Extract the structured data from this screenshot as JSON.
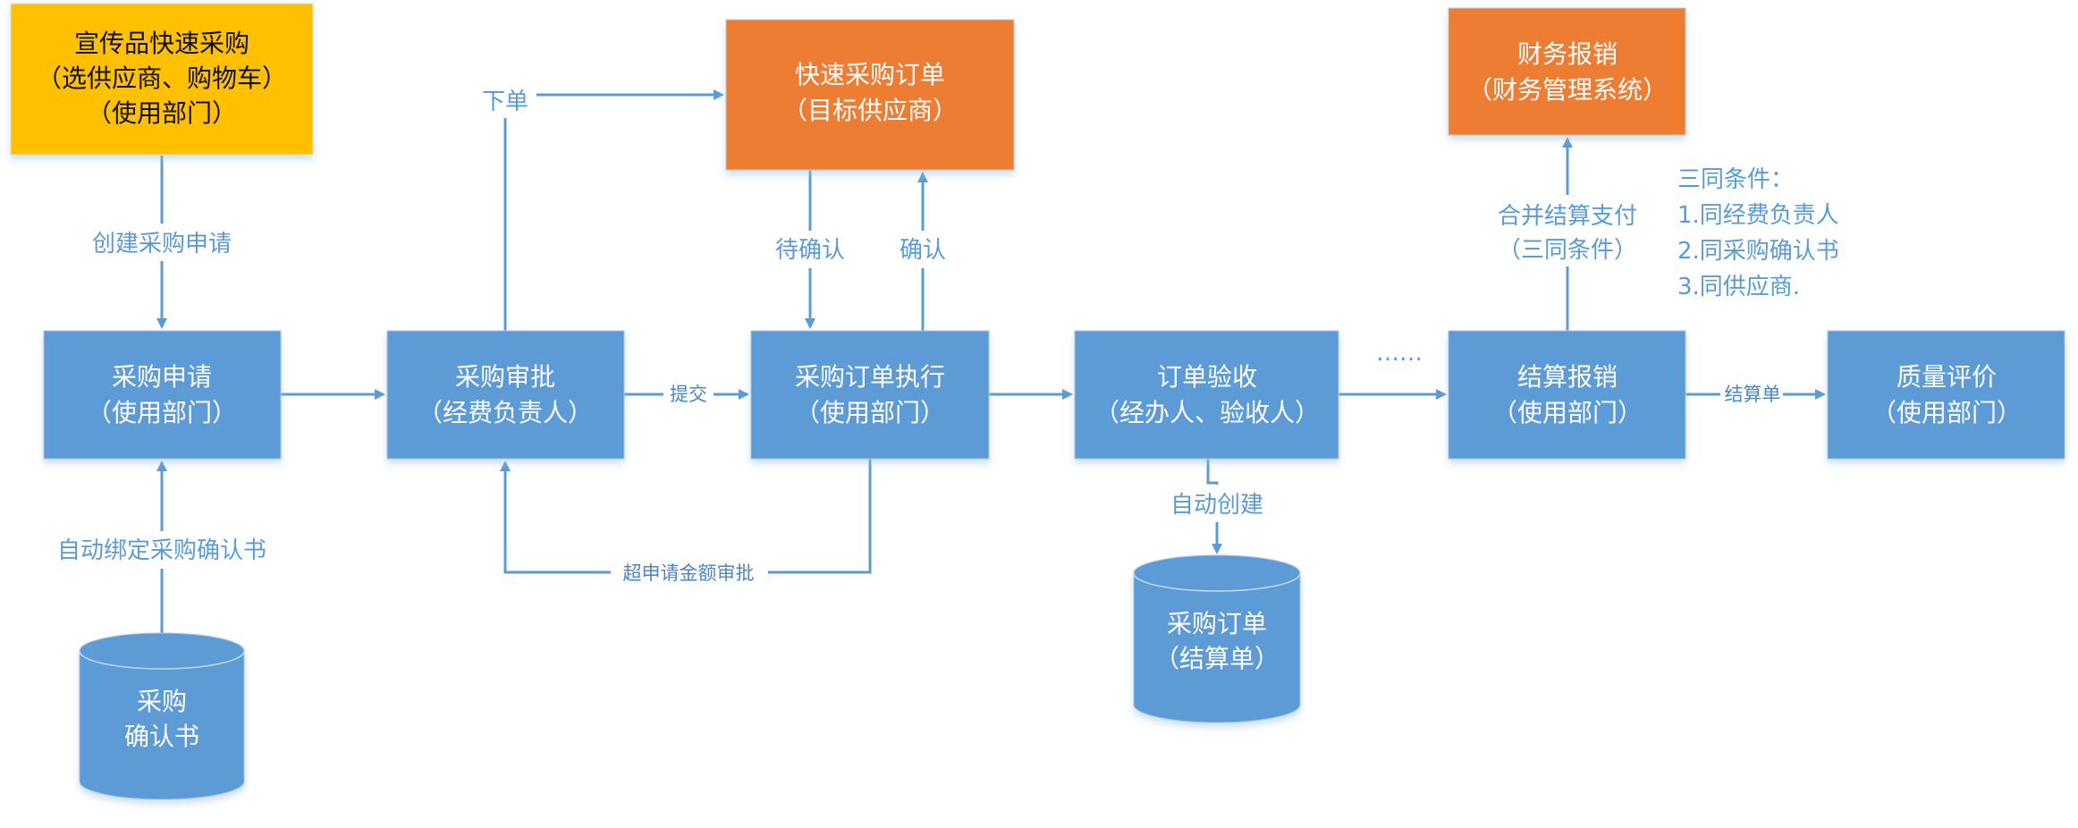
{
  "colors": {
    "process": "#5b9bd5",
    "external": "#ed7d31",
    "start": "#ffc000",
    "connector": "#5b9bd5"
  },
  "nodes": {
    "quick_purchase": {
      "line1": "宣传品快速采购",
      "line2": "（选供应商、购物车）",
      "line3": "（使用部门）"
    },
    "purchase_request": {
      "line1": "采购申请",
      "line2": "（使用部门）"
    },
    "purchase_approval": {
      "line1": "采购审批",
      "line2": "（经费负责人）"
    },
    "order_execution": {
      "line1": "采购订单执行",
      "line2": "（使用部门）"
    },
    "order_acceptance": {
      "line1": "订单验收",
      "line2": "（经办人、验收人）"
    },
    "settlement": {
      "line1": "结算报销",
      "line2": "（使用部门）"
    },
    "quality_eval": {
      "line1": "质量评价",
      "line2": "（使用部门）"
    },
    "quick_order": {
      "line1": "快速采购订单",
      "line2": "（目标供应商）"
    },
    "finance": {
      "line1": "财务报销",
      "line2": "（财务管理系统）"
    },
    "confirmation_db": {
      "line1": "采购",
      "line2": "确认书"
    },
    "order_db": {
      "line1": "采购订单",
      "line2": "（结算单）"
    }
  },
  "edges": {
    "create_request": "创建采购申请",
    "auto_bind": "自动绑定采购确认书",
    "place_order": "下单",
    "submit": "提交",
    "over_amount": "超申请金额审批",
    "pending_confirm": "待确认",
    "confirm": "确认",
    "auto_create": "自动创建",
    "ellipsis": "……",
    "merge_pay_line1": "合并结算支付",
    "merge_pay_line2": "（三同条件）",
    "settlement_doc": "结算单"
  },
  "note": {
    "title": "三同条件：",
    "items": [
      "1.同经费负责人",
      "2.同采购确认书",
      "3.同供应商."
    ]
  }
}
